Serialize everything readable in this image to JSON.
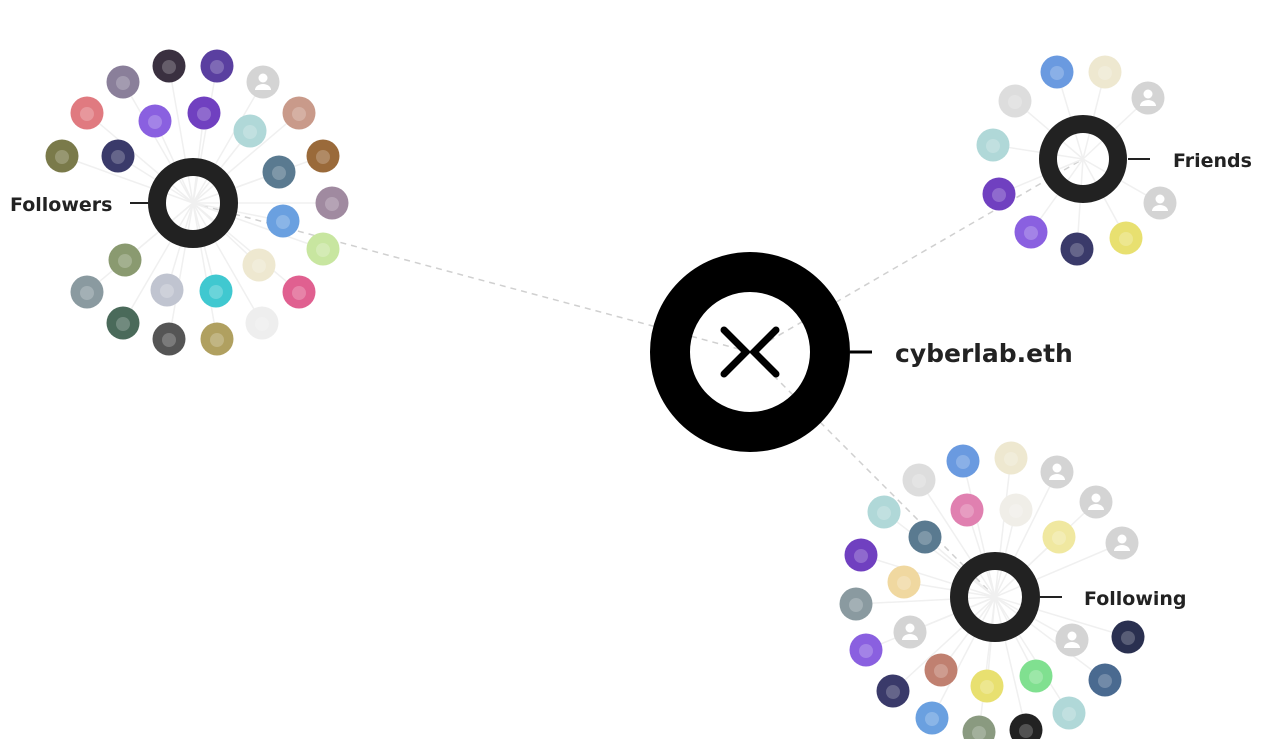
{
  "center": {
    "label": "cyberlab.eth",
    "icon": "cyberconnect-logo-icon"
  },
  "clusters": {
    "followers": {
      "label": "Followers",
      "avatars": [
        "#8a7f9a",
        "#3a3040",
        "#5a3fa0",
        "default",
        "#c99a8a",
        "#9a6a3a",
        "#a08aa0",
        "#c8e6a0",
        "#e06090",
        "#eeeeee",
        "#b0a060",
        "#555555",
        "#4a6a5a",
        "#8a9aa0",
        "#7a7a4a",
        "#e07a80",
        "#8a60e0",
        "#7040c0",
        "#b0d8d8",
        "#5a7a90",
        "#6aa0e0",
        "#eee8d0",
        "#40c8d0",
        "#c0c4d0",
        "#8a9a70",
        "#3a3a6a"
      ]
    },
    "friends": {
      "label": "Friends",
      "avatars": [
        "#6a9ae0",
        "#eee8d0",
        "default",
        "default",
        "#e8e070",
        "#3a3a6a",
        "#8a60e0",
        "#7040c0",
        "#b0d8d8",
        "#dddddd"
      ]
    },
    "following": {
      "label": "Following",
      "avatars": [
        "#dddddd",
        "#6a9ae0",
        "#eee8d0",
        "default",
        "default",
        "default",
        "#f0e8a0",
        "#f0eee8",
        "#e080b0",
        "#5a7a90",
        "#b0d8d8",
        "#7040c0",
        "#f0d8a0",
        "#8a9aa0",
        "default",
        "#8a60e0",
        "#3a3a6a",
        "#c08070",
        "#e8e070",
        "#80e090",
        "default",
        "#2a3050",
        "#4a6a90",
        "#b0d8d8",
        "#6aa0e0",
        "#8a9a80",
        "#222222"
      ]
    }
  },
  "colors": {
    "hub": "#222222",
    "center": "#000000",
    "default_avatar": "#d4d4d4",
    "edge": "#d0d0d0"
  }
}
